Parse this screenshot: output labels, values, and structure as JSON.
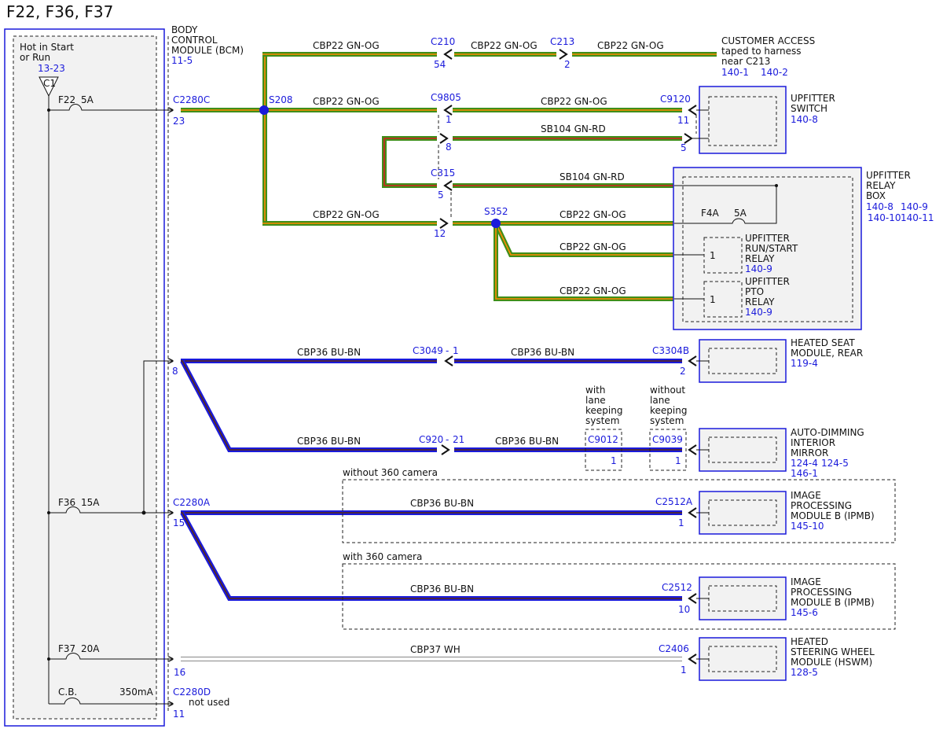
{
  "title": "F22, F36, F37",
  "colors": {
    "blue": "#1a1adb",
    "green": "#3f8f1a",
    "orange": "#ff8a00",
    "red": "#d42020",
    "gray_fill": "#f2f2f2"
  },
  "fuse_box": {
    "label1": "Hot in Start",
    "label2": "or Run",
    "ref": "13-23",
    "connector": "C1"
  },
  "fuses": {
    "f22": {
      "name": "F22",
      "rating": "5A"
    },
    "f36": {
      "name": "F36",
      "rating": "15A"
    },
    "f37": {
      "name": "F37",
      "rating": "20A"
    },
    "cb": {
      "name": "C.B.",
      "rating": "350mA"
    }
  },
  "bcm": {
    "l1": "BODY",
    "l2": "CONTROL",
    "l3": "MODULE (BCM)",
    "ref": "11-5"
  },
  "connectors": {
    "c2280c": "C2280C",
    "c2280c_pin": "23",
    "c2280a": "C2280A",
    "c2280a_pin": "15",
    "c2280d": "C2280D",
    "c2280d_pin": "11",
    "pin8": "8",
    "pin16": "16",
    "c210": "C210",
    "c210_pin": "54",
    "c213": "C213",
    "c213_pin": "2",
    "c9805": "C9805",
    "c9805_pin1": "1",
    "c9805_pin8": "8",
    "c9120": "C9120",
    "c9120_pin11": "11",
    "c9120_pin5": "5",
    "c315": "C315",
    "c315_pin5": "5",
    "c315_pin12": "12",
    "c3049": "C3049",
    "c3049_pin": "1",
    "c3304b": "C3304B",
    "c3304b_pin": "2",
    "c920": "C920",
    "c920_pin": "21",
    "c9012": "C9012",
    "c9012_pin": "1",
    "c9039": "C9039",
    "c9039_pin": "1",
    "c2512a": "C2512A",
    "c2512a_pin": "1",
    "c2512": "C2512",
    "c2512_pin": "10",
    "c2406": "C2406",
    "c2406_pin": "1"
  },
  "splices": {
    "s208": "S208",
    "s352": "S352"
  },
  "wires": {
    "cbp22": "CBP22  GN-OG",
    "sb104": "SB104  GN-RD",
    "cbp36": "CBP36  BU-BN",
    "cbp37": "CBP37  WH"
  },
  "not_used": "not used",
  "dash": "-",
  "customer_access": {
    "l1": "CUSTOMER ACCESS",
    "l2": "taped to harness",
    "l3": "near C213",
    "ref1": "140-1",
    "ref2": "140-2"
  },
  "upfitter_switch": {
    "l1": "UPFITTER",
    "l2": "SWITCH",
    "ref": "140-8"
  },
  "relay_box": {
    "l1": "UPFITTER",
    "l2": "RELAY",
    "l3": "BOX",
    "ref1": "140-8",
    "ref2": "140-9",
    "ref3": "140-10",
    "ref4": "140-11",
    "fuse": "F4A",
    "fuse_rating": "5A"
  },
  "run_start_relay": {
    "l1": "UPFITTER",
    "l2": "RUN/START",
    "l3": "RELAY",
    "ref": "140-9",
    "pin": "1"
  },
  "pto_relay": {
    "l1": "UPFITTER",
    "l2": "PTO",
    "l3": "RELAY",
    "ref": "140-9",
    "pin": "1"
  },
  "seat_module": {
    "l1": "HEATED SEAT",
    "l2": "MODULE, REAR",
    "ref": "119-4"
  },
  "mirror": {
    "l1": "AUTO-DIMMING",
    "l2": "INTERIOR",
    "l3": "MIRROR",
    "ref1": "124-4",
    "ref2": "124-5",
    "ref3": "146-1"
  },
  "lane_with": {
    "l1": "with",
    "l2": "lane",
    "l3": "keeping",
    "l4": "system"
  },
  "lane_without": {
    "l1": "without",
    "l2": "lane",
    "l3": "keeping",
    "l4": "system"
  },
  "ipmb_a": {
    "group": "without 360 camera",
    "l1": "IMAGE",
    "l2": "PROCESSING",
    "l3": "MODULE B (IPMB)",
    "ref": "145-10"
  },
  "ipmb_b": {
    "group": "with 360 camera",
    "l1": "IMAGE",
    "l2": "PROCESSING",
    "l3": "MODULE B (IPMB)",
    "ref": "145-6"
  },
  "hswm": {
    "l1": "HEATED",
    "l2": "STEERING WHEEL",
    "l3": "MODULE (HSWM)",
    "ref": "128-5"
  }
}
